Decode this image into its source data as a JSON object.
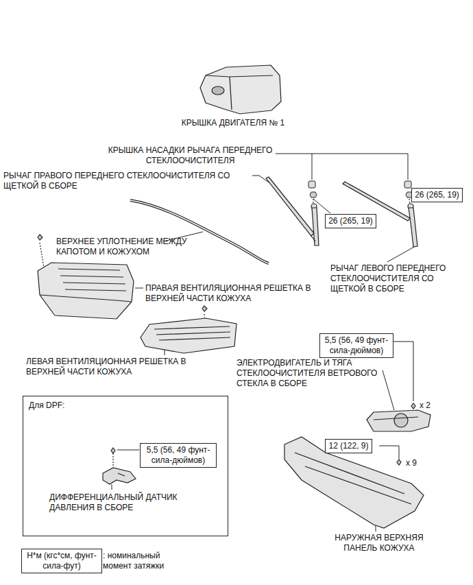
{
  "diagram": {
    "nodes": [
      {
        "text": [
          "26 (265, 19)"
        ]
      },
      {
        "text": [
          "26 (265, 19)"
        ]
      },
      {
        "text": [
          "5,5 (56, 49 фунт-сила-дюймов)"
        ]
      },
      {
        "text": [
          "Для DPF:",
          "ДИФФЕРЕНЦИАЛЬНЫЙ ДАТЧИК ДАВЛЕНИЯ В СБОРЕ"
        ]
      },
      {
        "text": [
          "5,5 (56, 49 фунт-сила-дюймов)"
        ],
        "in": 3
      },
      {
        "text": [
          "12 (122, 9)"
        ]
      },
      {
        "text": [
          "Н*м (кгс*см, фунт-сила-фут)"
        ]
      }
    ],
    "labels": [
      "КРЫШКА ДВИГАТЕЛЯ № 1",
      "КРЫШКА НАСАДКИ РЫЧАГА ПЕРЕДНЕГО СТЕКЛООЧИСТИТЕЛЯ",
      "РЫЧАГ ПРАВОГО ПЕРЕДНЕГО СТЕКЛООЧИСТИТЕЛЯ СО ЩЕТКОЙ В СБОРЕ",
      "ВЕРХНЕЕ УПЛОТНЕНИЕ МЕЖДУ КАПОТОМ И КОЖУХОМ",
      "ПРАВАЯ ВЕНТИЛЯЦИОННАЯ РЕШЕТКА В ВЕРХНЕЙ ЧАСТИ КОЖУХА",
      "РЫЧАГ ЛЕВОГО ПЕРЕДНЕГО СТЕКЛООЧИСТИТЕЛЯ СО ЩЕТКОЙ В СБОРЕ",
      "ЛЕВАЯ ВЕНТИЛЯЦИОННАЯ РЕШЕТКА В ВЕРХНЕЙ ЧАСТИ КОЖУХА",
      "ЭЛЕКТРОДВИГАТЕЛЬ И ТЯГА СТЕКЛООЧИСТИТЕЛЯ ВЕТРОВОГО СТЕКЛА В СБОРЕ",
      "x 2",
      "x 9",
      "НАРУЖНАЯ ВЕРХНЯЯ ПАНЕЛЬ КОЖУХА",
      ": номинальный момент затяжки"
    ]
  }
}
